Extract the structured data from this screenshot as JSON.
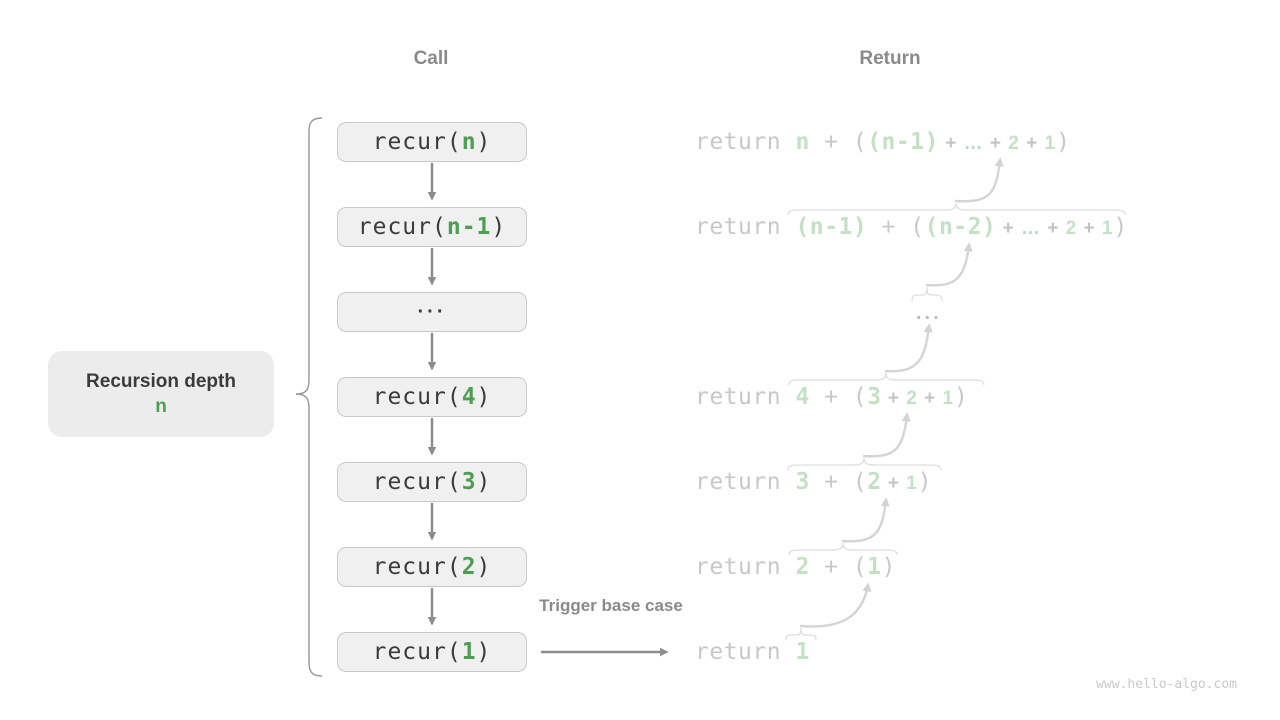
{
  "page": {
    "watermark": "www.hello-algo.com",
    "background": "#ffffff"
  },
  "headers": {
    "call": "Call",
    "return": "Return"
  },
  "depth_label": {
    "title": "Recursion depth",
    "value": "n"
  },
  "trigger_label": "Trigger base case",
  "call_column": {
    "boxes": [
      {
        "prefix": "recur(",
        "arg": "n",
        "suffix": ")"
      },
      {
        "prefix": "recur(",
        "arg": "n-1",
        "suffix": ")"
      },
      {
        "dots": "···"
      },
      {
        "prefix": "recur(",
        "arg": "4",
        "suffix": ")"
      },
      {
        "prefix": "recur(",
        "arg": "3",
        "suffix": ")"
      },
      {
        "prefix": "recur(",
        "arg": "2",
        "suffix": ")"
      },
      {
        "prefix": "recur(",
        "arg": "1",
        "suffix": ")"
      }
    ]
  },
  "return_column": {
    "rows": [
      {
        "segments": [
          [
            "return ",
            "mg"
          ],
          [
            "n",
            "mG"
          ],
          [
            " + ",
            "mg"
          ],
          [
            "(",
            "mg"
          ],
          [
            "(n-1)",
            "mG"
          ],
          [
            " + ",
            "sg"
          ],
          [
            "…",
            "st"
          ],
          [
            " + ",
            "sg"
          ],
          [
            "2",
            "sG"
          ],
          [
            " + ",
            "sg"
          ],
          [
            "1",
            "sG"
          ],
          [
            ")",
            "mg"
          ]
        ]
      },
      {
        "segments": [
          [
            "return ",
            "mg"
          ],
          [
            "(n-1)",
            "mG"
          ],
          [
            " + ",
            "mg"
          ],
          [
            "(",
            "mg"
          ],
          [
            "(n-2)",
            "mG"
          ],
          [
            " + ",
            "sg"
          ],
          [
            "…",
            "st"
          ],
          [
            " + ",
            "sg"
          ],
          [
            "2",
            "sG"
          ],
          [
            " + ",
            "sg"
          ],
          [
            "1",
            "sG"
          ],
          [
            ")",
            "mg"
          ]
        ]
      },
      {
        "segments": [
          [
            "...",
            "dots"
          ]
        ]
      },
      {
        "segments": [
          [
            "return ",
            "mg"
          ],
          [
            "4",
            "mG"
          ],
          [
            " + ",
            "mg"
          ],
          [
            "(",
            "mg"
          ],
          [
            "3",
            "mG"
          ],
          [
            " + ",
            "sg"
          ],
          [
            "2",
            "sG"
          ],
          [
            " + ",
            "sg"
          ],
          [
            "1",
            "sG"
          ],
          [
            ")",
            "mg"
          ]
        ]
      },
      {
        "segments": [
          [
            "return ",
            "mg"
          ],
          [
            "3",
            "mG"
          ],
          [
            " + ",
            "mg"
          ],
          [
            "(",
            "mg"
          ],
          [
            "2",
            "mG"
          ],
          [
            " + ",
            "sg"
          ],
          [
            "1",
            "sG"
          ],
          [
            ")",
            "mg"
          ]
        ]
      },
      {
        "segments": [
          [
            "return ",
            "mg"
          ],
          [
            "2",
            "mG"
          ],
          [
            " + ",
            "mg"
          ],
          [
            "(",
            "mg"
          ],
          [
            "1",
            "mG"
          ],
          [
            ")",
            "mg"
          ]
        ]
      },
      {
        "segments": [
          [
            "return ",
            "mg"
          ],
          [
            "1",
            "mG"
          ]
        ]
      }
    ]
  },
  "colors": {
    "call_green": "#4d9e52",
    "return_green": "#c4e1c5",
    "return_gray": "#c8c8c8",
    "op_gray": "#c3c3c3",
    "ellipsis_teal": "#b6d8d6",
    "heading_gray": "#8a8a8a",
    "dark_text": "#3b3b3b",
    "box_fill": "#f0f0f0",
    "box_border": "#c9c9c9",
    "label_fill": "#ececec",
    "arrow_gray": "#8c8c8c",
    "light_arrow": "#d4d4d4"
  }
}
